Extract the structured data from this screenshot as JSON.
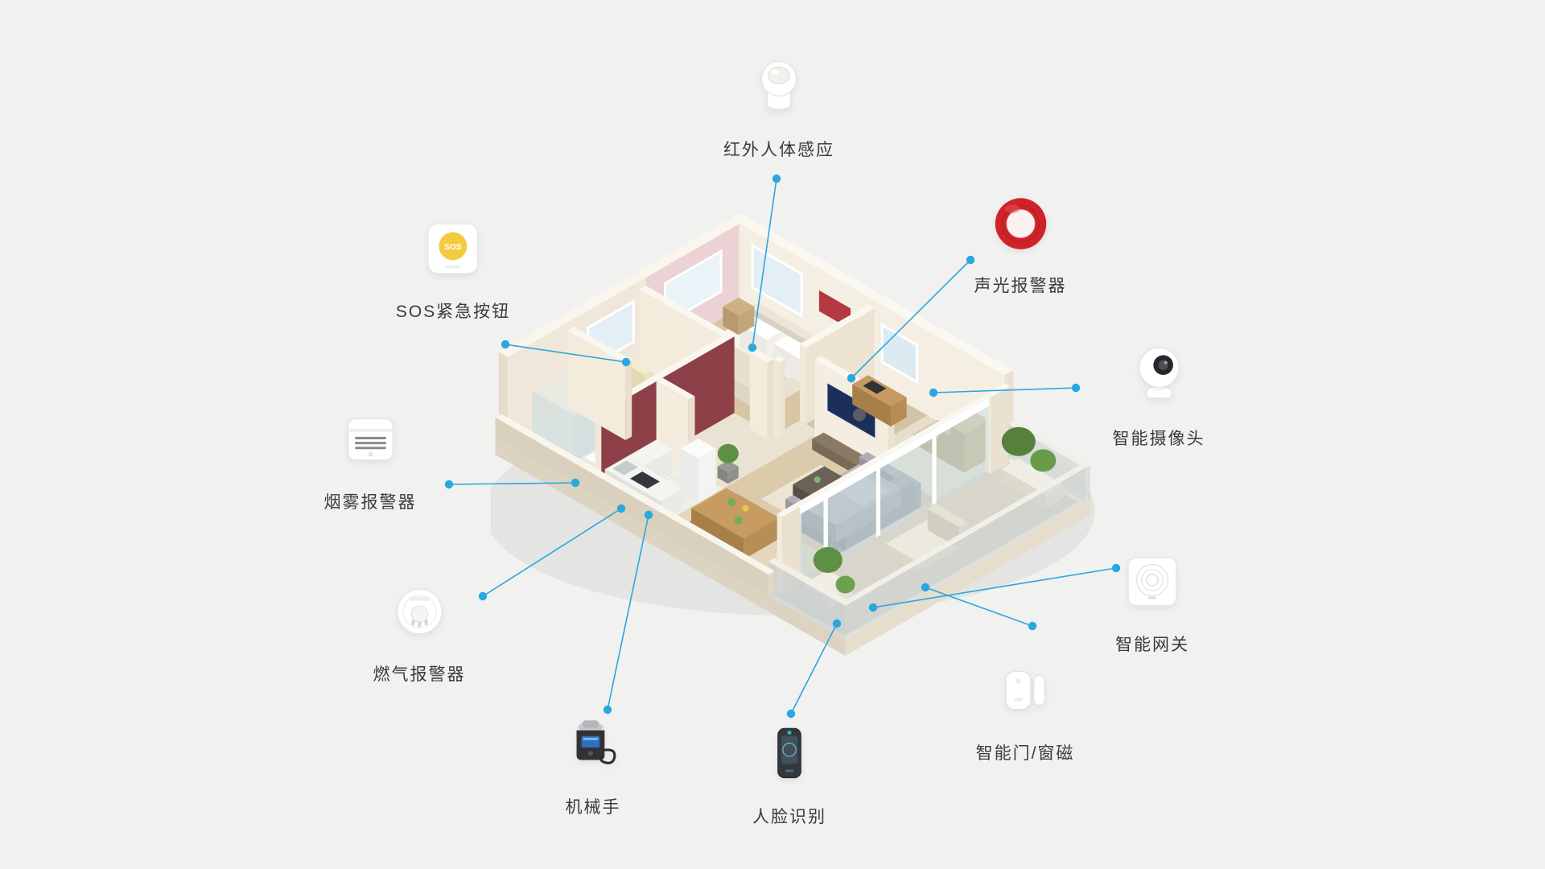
{
  "background": "#f1f1f0",
  "connector_color": "#2aa7df",
  "label_color": "#3a3a3c",
  "devices": [
    {
      "id": "infrared-body-sensor",
      "label": "红外人体感应"
    },
    {
      "id": "sound-light-alarm",
      "label": "声光报警器"
    },
    {
      "id": "smart-camera",
      "label": "智能摄像头"
    },
    {
      "id": "smart-gateway",
      "label": "智能网关"
    },
    {
      "id": "door-window-sensor",
      "label": "智能门/窗磁"
    },
    {
      "id": "face-recognition",
      "label": "人脸识别"
    },
    {
      "id": "robot-hand",
      "label": "机械手"
    },
    {
      "id": "gas-alarm",
      "label": "燃气报警器"
    },
    {
      "id": "smoke-alarm",
      "label": "烟雾报警器"
    },
    {
      "id": "sos-button",
      "label": "SOS紧急按钮",
      "icon_text": "SOS"
    }
  ]
}
